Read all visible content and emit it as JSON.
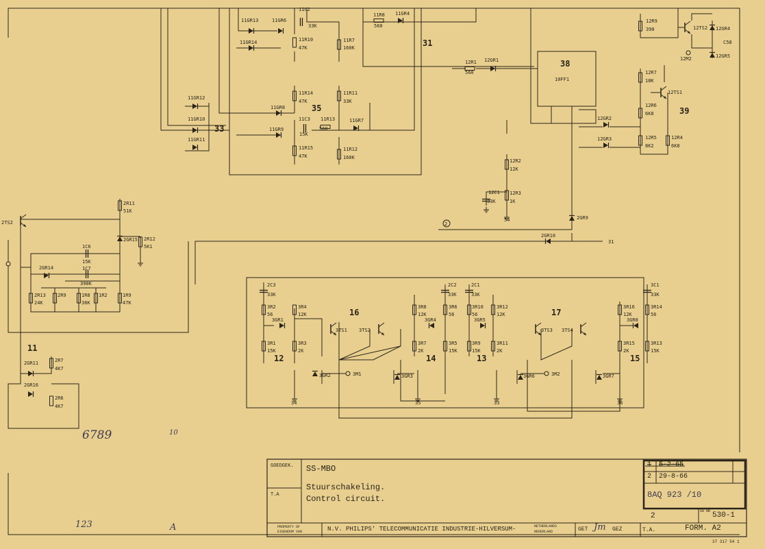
{
  "blocks": {
    "b31": "31",
    "b33": "33",
    "b35": "35",
    "b38": "38",
    "b39": "39",
    "b11": "11",
    "b12": "12",
    "b13": "13",
    "b14": "14",
    "b15": "15",
    "b16": "16",
    "b17": "17"
  },
  "components": {
    "r_11r8": "11R8",
    "r_11r8_v": "560",
    "d_11gr4": "11GR4",
    "r_11r7": "11R7",
    "r_11r7_v": "160K",
    "c_11c2": "11C2",
    "c_11c2_v": "33K",
    "r_11r10": "11R10",
    "r_11r10_v": "47K",
    "d_11gr13": "11GR13",
    "d_11gr5": "11GR6",
    "d_11gr14": "11GR14",
    "d_11gr12": "11GR12",
    "d_11gr10": "11GR10",
    "d_11gr11": "11GR11",
    "r_11r14": "11R14",
    "r_11r14_v": "47K",
    "r_11r11": "11R11",
    "r_11r11_v": "33K",
    "d_11gr8": "11GR8",
    "d_11gr9": "11GR9",
    "c_11c3": "11C3",
    "c_11c3_v": "15K",
    "r_11r13": "11R13",
    "r_11r13_v": "560",
    "d_11gr7": "11GR7",
    "r_11r15": "11R15",
    "r_11r15_v": "47K",
    "r_11r12": "11R12",
    "r_11r12_v": "160K",
    "r_12r1": "12R1",
    "r_12r1_v": "560",
    "d_12gr1": "12GR1",
    "ic_10ff1": "10FF1",
    "r_12r9": "12R9",
    "r_12r9_v": "390",
    "t_12ts2": "12TS2",
    "d_12gr4": "12GR4",
    "d_12gr5": "12GR5",
    "c_c58": "C58",
    "n_12m2": "12M2",
    "r_12r7": "12R7",
    "r_12r7_v": "18K",
    "t_12ts1": "12TS1",
    "r_12r6": "12R6",
    "r_12r6_v": "6K8",
    "r_12r5": "12R5",
    "r_12r5_v": "8K2",
    "r_12r4": "12R4",
    "r_12r4_v": "6K8",
    "d_12gr2": "12GR2",
    "d_12gr3": "12GR3",
    "r_12r2": "12R2",
    "r_12r2_v": "12K",
    "c_12c1": "12C1",
    "c_12c1_v": "33K",
    "r_12r3": "12R3",
    "r_12r3_v": "1K",
    "d_2gr9": "2GR9",
    "d_2gr10": "2GR10",
    "t_2ts2": "2TS2",
    "r_2r11": "2R11",
    "r_2r11_v": "51K",
    "d_2gr15": "2GR15",
    "r_2r12": "2R12",
    "r_2r12_v": "5K1",
    "c_1c6": "1C6",
    "c_1c6_v": "15K",
    "c_1c7": "1C7",
    "c_1c7_v": "390K",
    "d_2gr14": "2GR14",
    "r_2r13": "2R13",
    "r_2r13_v": "24K",
    "r_2r9l": "2R9",
    "r_1r8": "1R8",
    "r_1r8_v": "36K",
    "r_1r2": "1R2",
    "r_1r9": "1R9",
    "r_1r9_v": "47K",
    "d_2gr11": "2GR11",
    "d_2gr16": "2GR16",
    "r_2r7": "2R7",
    "r_2r7_v": "4K7",
    "r_2r6": "2R6",
    "r_2r6_v": "4K7",
    "c_2c3": "2C3",
    "c_2c3_v": "33K",
    "r_3r2": "3R2",
    "r_3r2_v": "56",
    "t_3gr1": "3GR1",
    "r_3r4": "3R4",
    "r_3r4_v": "12K",
    "r_3r1": "3R1",
    "r_3r1_v": "15K",
    "r_3r3": "3R3",
    "r_3r3_v": "2K",
    "t_3ts1": "3TS1",
    "t_3ts2": "3TS2",
    "d_3gr2": "3GR2",
    "n_3m1": "3M1",
    "c_2c2": "2C2",
    "c_2c2_v": "33K",
    "c_2c1": "2C1",
    "c_2c1_v": "33K",
    "r_3r8": "3R8",
    "r_3r8_v": "12K",
    "t_3gr4": "3GR4",
    "r_3r6": "3R6",
    "r_3r6_v": "56",
    "r_3r7": "3R7",
    "r_3r7_v": "2K",
    "r_3r5": "3R5",
    "r_3r5_v": "15K",
    "d_3gr3": "3GR3",
    "r_3r10": "3R10",
    "r_3r10_v": "56",
    "t_3gr5": "3GR5",
    "r_3r12": "3R12",
    "r_3r12_v": "12K",
    "r_3r9": "3R9",
    "r_3r9_v": "15K",
    "r_3r11": "3R11",
    "r_3r11_v": "2K",
    "d_3gr6": "3GR6",
    "n_3m2": "3M2",
    "t_3ts3": "3TS3",
    "t_3ts4": "3TS4",
    "c_3c1": "3C1",
    "c_3c1_v": "33K",
    "r_3r16": "3R16",
    "r_3r16_v": "12K",
    "t_3gr8": "3GR8",
    "r_3r14": "3R14",
    "r_3r14_v": "56",
    "r_3r15": "3R15",
    "r_3r15_v": "2K",
    "r_3r13": "3R13",
    "r_3r13_v": "15K",
    "d_3gr7": "3GR7"
  },
  "terminals": {
    "t54": "54",
    "t31": "31",
    "t2": "2",
    "t34": "34",
    "t35": "35",
    "t33": "33",
    "t36": "36"
  },
  "title_block": {
    "goedgek_label": "GOEDGEK.",
    "ta_label": "T.A",
    "project": "SS-MBO",
    "title_nl": "Stuurschakeling.",
    "title_en": "Control circuit.",
    "property_line1": "PROPERTY OF",
    "property_line2": "EIGENDOM VAN",
    "company": "N.V. PHILIPS' TELECOMMUNICATIE INDUSTRIE-HILVERSUM-",
    "country_en": "NETHERLANDS",
    "country_nl": "NEDERLAND",
    "get_label": "GET",
    "gez_label": "GEZ",
    "ta2_label": "T.A.",
    "form": "FORM. A2",
    "revision_1_num": "1",
    "revision_1_date": "5-2-65",
    "revision_2_num": "2",
    "revision_2_date": "29-8-66",
    "drawing_number": "8AQ 923 /10",
    "sheet_count": "2",
    "sheet_label": "SH NR",
    "sheet_number": "530-1",
    "print_code": "37 317 54 1"
  },
  "handwriting": {
    "note1": "6789",
    "note2": "10",
    "note3": "123",
    "note4": "A",
    "gez_signature": "Jm"
  }
}
